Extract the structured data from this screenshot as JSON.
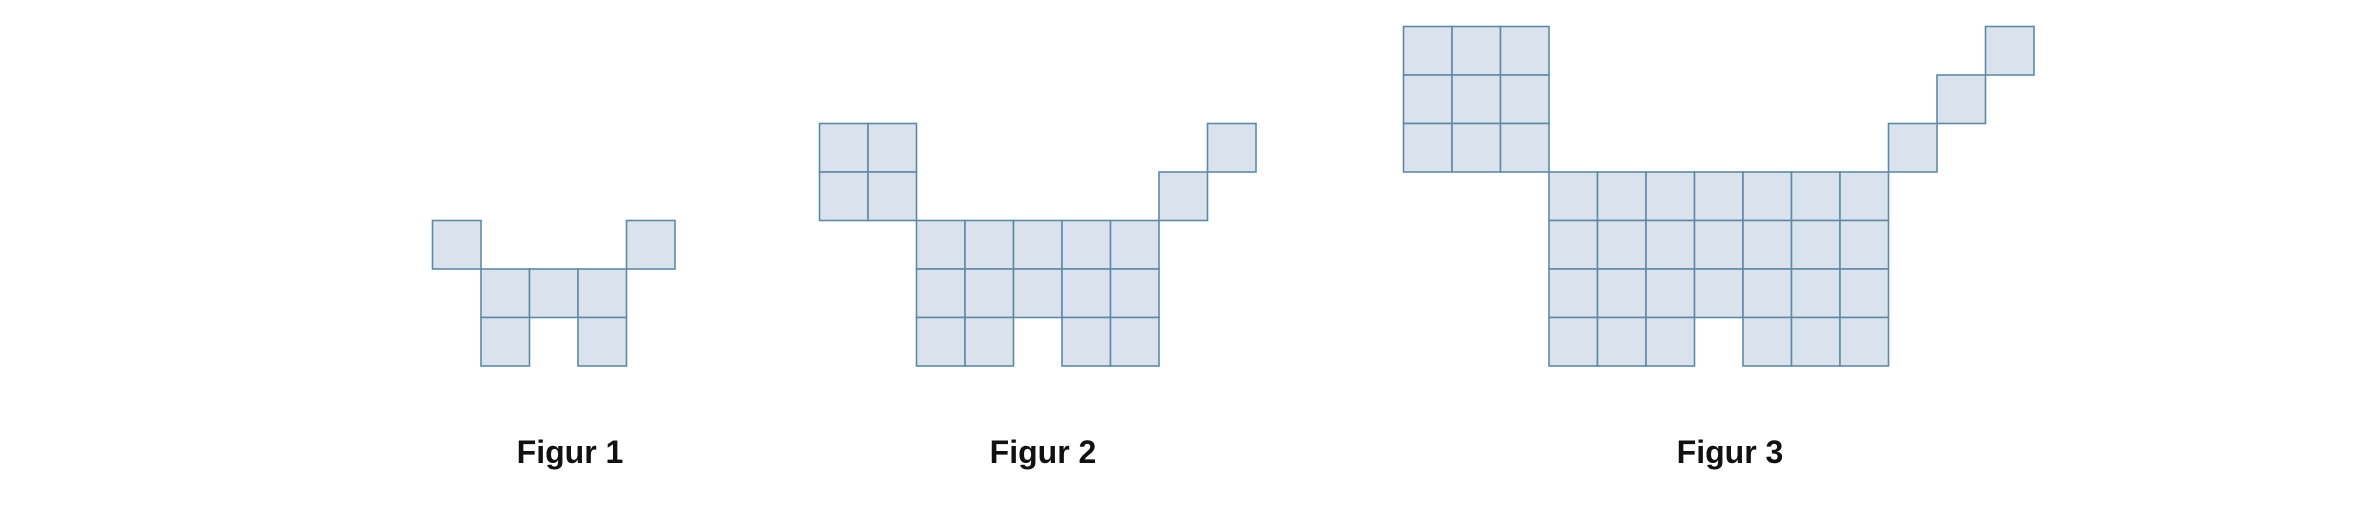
{
  "colors": {
    "square_fill": "#dae2ed",
    "square_stroke": "#5f8aa6",
    "background": "#ffffff",
    "caption_text": "#111111"
  },
  "figures": [
    {
      "id": "figur-1",
      "caption": "Figur 1",
      "square_count": 7,
      "cells": [
        [
          0,
          0
        ],
        [
          4,
          0
        ],
        [
          1,
          1
        ],
        [
          2,
          1
        ],
        [
          3,
          1
        ],
        [
          1,
          2
        ],
        [
          3,
          2
        ]
      ]
    },
    {
      "id": "figur-2",
      "caption": "Figur 2",
      "square_count": 20,
      "cells": [
        [
          0,
          0
        ],
        [
          1,
          0
        ],
        [
          8,
          0
        ],
        [
          0,
          1
        ],
        [
          1,
          1
        ],
        [
          7,
          1
        ],
        [
          2,
          2
        ],
        [
          3,
          2
        ],
        [
          4,
          2
        ],
        [
          5,
          2
        ],
        [
          6,
          2
        ],
        [
          2,
          3
        ],
        [
          3,
          3
        ],
        [
          4,
          3
        ],
        [
          5,
          3
        ],
        [
          6,
          3
        ],
        [
          2,
          4
        ],
        [
          3,
          4
        ],
        [
          5,
          4
        ],
        [
          6,
          4
        ]
      ]
    },
    {
      "id": "figur-3",
      "caption": "Figur 3",
      "square_count": 39,
      "cells": [
        [
          0,
          0
        ],
        [
          1,
          0
        ],
        [
          2,
          0
        ],
        [
          12,
          0
        ],
        [
          0,
          1
        ],
        [
          1,
          1
        ],
        [
          2,
          1
        ],
        [
          11,
          1
        ],
        [
          0,
          2
        ],
        [
          1,
          2
        ],
        [
          2,
          2
        ],
        [
          10,
          2
        ],
        [
          3,
          3
        ],
        [
          4,
          3
        ],
        [
          5,
          3
        ],
        [
          6,
          3
        ],
        [
          7,
          3
        ],
        [
          8,
          3
        ],
        [
          9,
          3
        ],
        [
          3,
          4
        ],
        [
          4,
          4
        ],
        [
          5,
          4
        ],
        [
          6,
          4
        ],
        [
          7,
          4
        ],
        [
          8,
          4
        ],
        [
          9,
          4
        ],
        [
          3,
          5
        ],
        [
          4,
          5
        ],
        [
          5,
          5
        ],
        [
          6,
          5
        ],
        [
          7,
          5
        ],
        [
          8,
          5
        ],
        [
          9,
          5
        ],
        [
          3,
          6
        ],
        [
          4,
          6
        ],
        [
          5,
          6
        ],
        [
          7,
          6
        ],
        [
          8,
          6
        ],
        [
          9,
          6
        ]
      ]
    }
  ]
}
